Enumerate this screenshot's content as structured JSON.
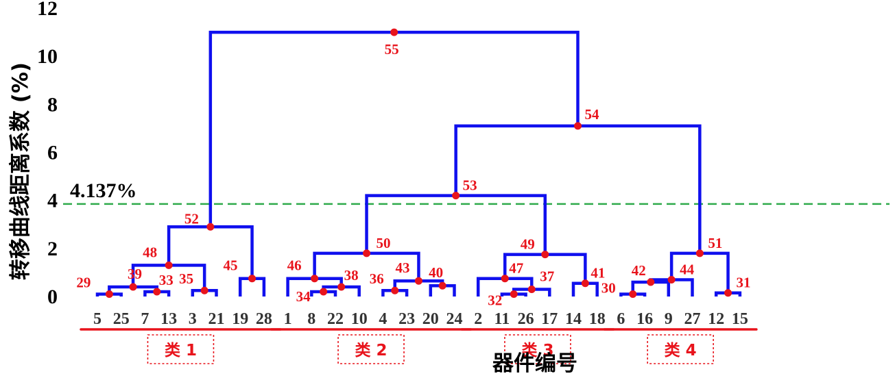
{
  "chart_data": {
    "type": "dendrogram",
    "ylabel": "转移曲线距离系数 (%)",
    "xlabel": "器件编号",
    "ylim": [
      0,
      12
    ],
    "yticks": [
      0,
      2,
      4,
      6,
      8,
      10,
      12
    ],
    "threshold": {
      "value": 3.85,
      "label": "4.137%"
    },
    "leaf_order": [
      "5",
      "25",
      "7",
      "13",
      "3",
      "21",
      "19",
      "28",
      "1",
      "8",
      "22",
      "10",
      "4",
      "23",
      "20",
      "24",
      "2",
      "11",
      "26",
      "17",
      "14",
      "18",
      "6",
      "16",
      "9",
      "27",
      "12",
      "15"
    ],
    "nodes": [
      {
        "id": "29",
        "left": "5",
        "right": "25",
        "height": 0.1
      },
      {
        "id": "33",
        "left": "7",
        "right": "13",
        "height": 0.2
      },
      {
        "id": "35",
        "left": "3",
        "right": "21",
        "height": 0.25
      },
      {
        "id": "39",
        "left": "29",
        "right": "33",
        "height": 0.4
      },
      {
        "id": "48",
        "left": "39",
        "right": "35",
        "height": 1.3
      },
      {
        "id": "45",
        "left": "19",
        "right": "28",
        "height": 0.75
      },
      {
        "id": "52",
        "left": "48",
        "right": "45",
        "height": 2.9
      },
      {
        "id": "34",
        "left": "8",
        "right": "22",
        "height": 0.2
      },
      {
        "id": "38",
        "left": "34",
        "right": "10",
        "height": 0.4
      },
      {
        "id": "46",
        "left": "1",
        "right": "38",
        "height": 0.75
      },
      {
        "id": "36",
        "left": "4",
        "right": "23",
        "height": 0.25
      },
      {
        "id": "40",
        "left": "20",
        "right": "24",
        "height": 0.45
      },
      {
        "id": "43",
        "left": "36",
        "right": "40",
        "height": 0.65
      },
      {
        "id": "50",
        "left": "46",
        "right": "43",
        "height": 1.8
      },
      {
        "id": "32",
        "left": "11",
        "right": "26",
        "height": 0.1
      },
      {
        "id": "37",
        "left": "32",
        "right": "17",
        "height": 0.3
      },
      {
        "id": "47",
        "left": "2",
        "right": "37",
        "height": 0.75
      },
      {
        "id": "41",
        "left": "14",
        "right": "18",
        "height": 0.55
      },
      {
        "id": "49",
        "left": "47",
        "right": "41",
        "height": 1.75
      },
      {
        "id": "53",
        "left": "50",
        "right": "49",
        "height": 4.2
      },
      {
        "id": "30",
        "left": "6",
        "right": "16",
        "height": 0.1
      },
      {
        "id": "42",
        "left": "30",
        "right": "9",
        "height": 0.6
      },
      {
        "id": "44",
        "left": "42",
        "right": "27",
        "height": 0.7
      },
      {
        "id": "31",
        "left": "12",
        "right": "15",
        "height": 0.15
      },
      {
        "id": "51",
        "left": "44",
        "right": "31",
        "height": 1.8
      },
      {
        "id": "54",
        "left": "53",
        "right": "51",
        "height": 7.1
      },
      {
        "id": "55",
        "left": "52",
        "right": "54",
        "height": 11.0
      }
    ],
    "clusters": [
      {
        "label": "类 1",
        "first": 0,
        "last": 7
      },
      {
        "label": "类 2",
        "first": 8,
        "last": 15
      },
      {
        "label": "类 3",
        "first": 16,
        "last": 21
      },
      {
        "label": "类 4",
        "first": 22,
        "last": 27
      }
    ],
    "colors": {
      "links": "#1010ee",
      "nodes": "#e8141c",
      "threshold": "#2eaa4a",
      "cluster": "#e8141c"
    }
  }
}
